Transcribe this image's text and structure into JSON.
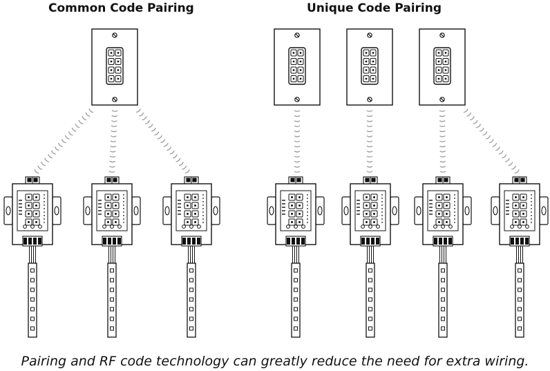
{
  "headings": {
    "common": "Common Code Pairing",
    "unique": "Unique Code Pairing"
  },
  "caption": "Pairing and RF code technology can greatly reduce the need for extra wiring.",
  "colors": {
    "line": "#111111",
    "signal": "#9a9a9a",
    "fill": "#ffffff"
  },
  "icons": {
    "wall_remote": "wall-keypad-remote-icon",
    "controller": "led-controller-receiver-icon",
    "strip": "led-light-strip-icon",
    "signal": "rf-signal-wave-icon"
  },
  "groups": [
    {
      "name": "common",
      "remotes": 1,
      "controllers": 3
    },
    {
      "name": "unique",
      "remotes": 3,
      "controllers": 4
    }
  ]
}
